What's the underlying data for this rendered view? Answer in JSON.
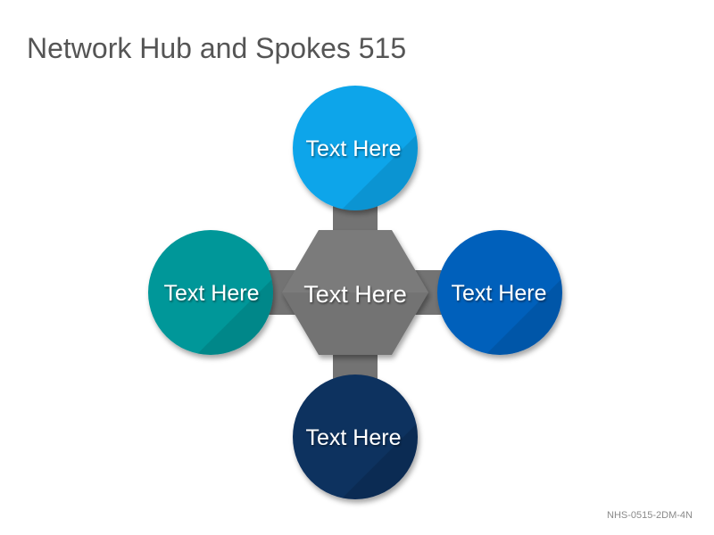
{
  "title": "Network Hub and Spokes 515",
  "hub": {
    "label": "Text Here",
    "color": "#737373"
  },
  "spokes": [
    {
      "position": "top",
      "label": "Text Here",
      "color": "#0aa5ea"
    },
    {
      "position": "left",
      "label": "Text Here",
      "color": "#009799"
    },
    {
      "position": "right",
      "label": "Text Here",
      "color": "#0460bb"
    },
    {
      "position": "bottom",
      "label": "Text Here",
      "color": "#0f305f"
    }
  ],
  "code": "NHS-0515-2DM-4N"
}
